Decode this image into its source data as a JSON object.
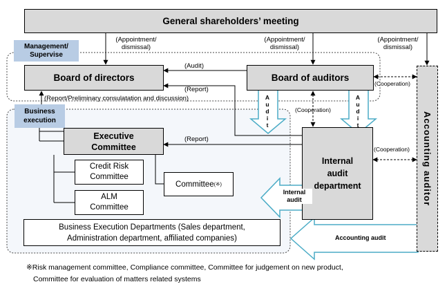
{
  "nodes": {
    "shareholders": "General shareholders’ meeting",
    "board_directors": "Board of directors",
    "board_auditors": "Board of auditors",
    "executive_committee": [
      "Executive",
      "Committee"
    ],
    "credit_risk": [
      "Credit Risk",
      "Committee"
    ],
    "alm": [
      "ALM",
      "Committee"
    ],
    "committee": "Committee",
    "committee_mark": "(※)",
    "business_depts": [
      "Business Execution Departments (Sales department,",
      "Administration department, affiliated companies)"
    ],
    "internal_audit": [
      "Internal",
      "audit",
      "department"
    ],
    "accounting_auditor": "Accounting auditor"
  },
  "groups": {
    "management": [
      "Management/",
      "Supervise"
    ],
    "business": [
      "Business",
      "execution"
    ]
  },
  "edge_labels": {
    "appointment_1": [
      "(Appointment/",
      "dismissal)"
    ],
    "appointment_2": [
      "(Appointment/",
      "dismissal)"
    ],
    "appointment_3": [
      "(Appointment/",
      "dismissal)"
    ],
    "audit_small": "(Audit)",
    "report_1": "(Report)",
    "report_preliminary": "(Report/Preliminary consulatation and discussion)",
    "report_2": "(Report)",
    "cooperation_1": "(Cooperation)",
    "cooperation_2": "(Cooperation)",
    "cooperation_3": "(Cooperation)",
    "audit_arrow_1": "Audit",
    "audit_arrow_2": "Audit",
    "internal_audit_arrow": [
      "Internal",
      "audit"
    ],
    "accounting_audit_arrow": "Accounting audit"
  },
  "footnote": [
    "※Risk management committee, Compliance committee, Committee for judgement on new product,",
    "Committee for evaluation of matters related systems"
  ]
}
